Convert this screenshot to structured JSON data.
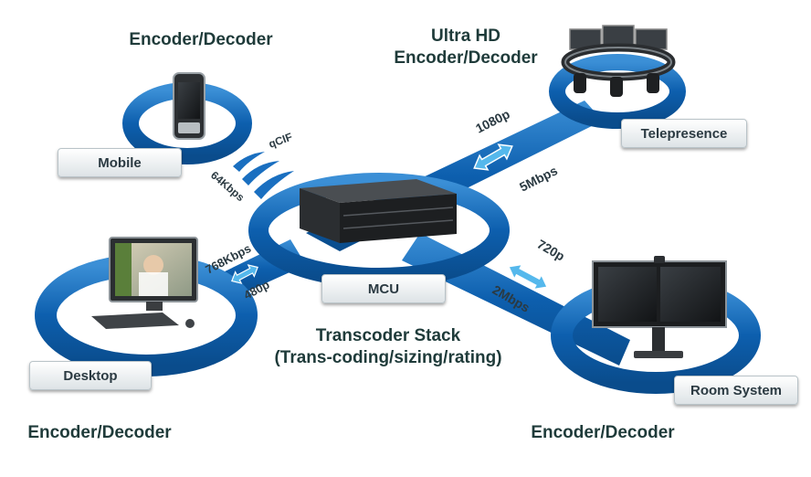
{
  "headings": {
    "mobile_role": "Encoder/Decoder",
    "telepresence_title_line1": "Ultra HD",
    "telepresence_title_line2": "Encoder/Decoder",
    "desktop_role": "Encoder/Decoder",
    "room_role": "Encoder/Decoder",
    "center_title_line1": "Transcoder Stack",
    "center_title_line2": "(Trans-coding/sizing/rating)"
  },
  "nodes": {
    "mobile": "Mobile",
    "telepresence": "Telepresence",
    "mcu": "MCU",
    "desktop": "Desktop",
    "room_system": "Room System"
  },
  "links": {
    "mobile_resolution": "qCIF",
    "mobile_bitrate": "64Kbps",
    "telepresence_resolution": "1080p",
    "telepresence_bitrate": "5Mbps",
    "desktop_bitrate": "768Kbps",
    "desktop_resolution": "480p",
    "room_resolution": "720p",
    "room_bitrate": "2Mbps"
  },
  "colors": {
    "ring_blue": "#0d5fae",
    "ring_highlight": "#3b8fd6",
    "arrow": "#55b8ec",
    "heading_text": "#1f3b3a"
  }
}
